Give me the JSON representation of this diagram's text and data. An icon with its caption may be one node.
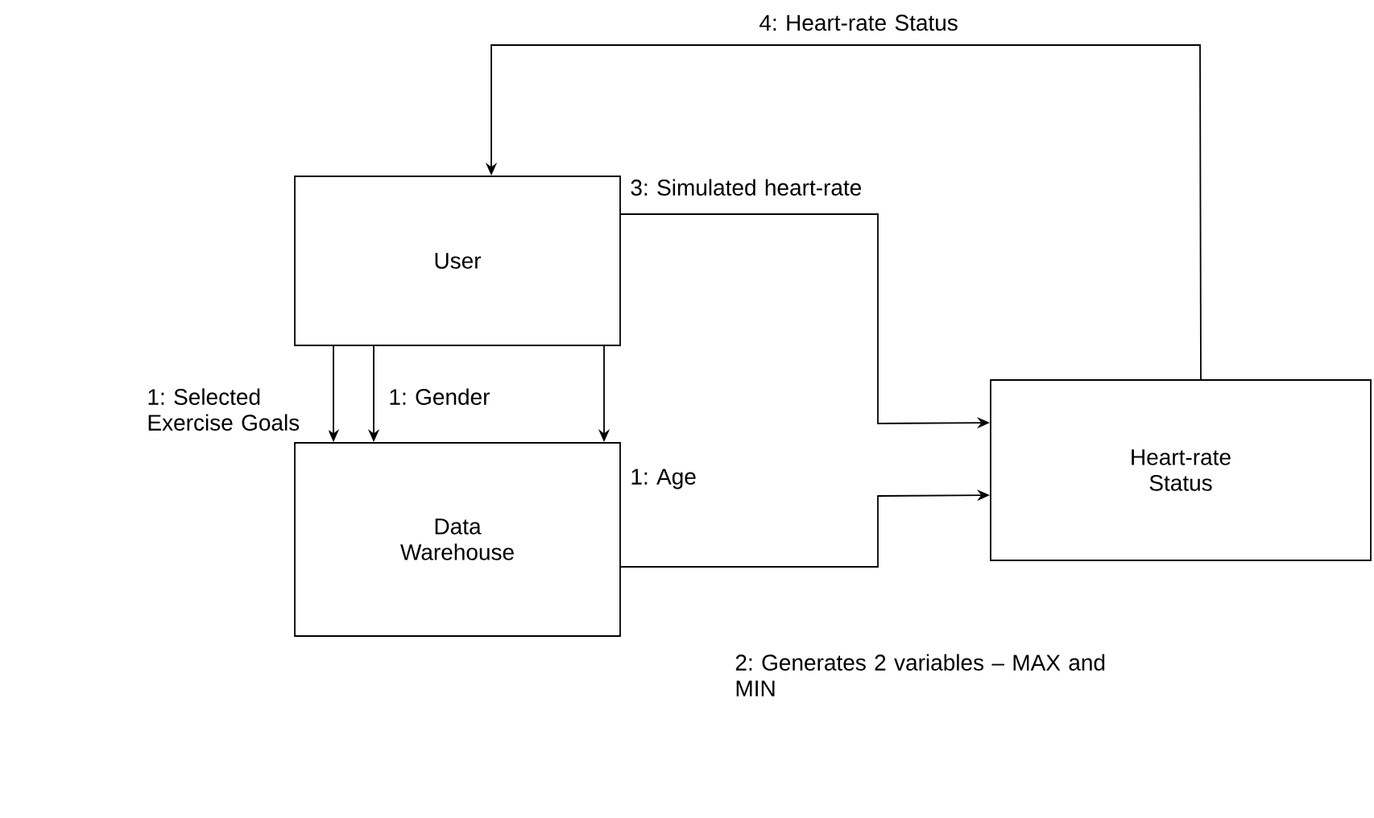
{
  "diagram": {
    "nodes": [
      {
        "text": [
          "User"
        ]
      },
      {
        "text": [
          "Data Warehouse"
        ]
      },
      {
        "text": [
          "Heart-rate Status"
        ]
      }
    ],
    "edges": [
      {
        "from": 0,
        "to": 1,
        "arrow": "to",
        "label": "1: Selected Exercise Goals"
      },
      {
        "from": 0,
        "to": 1,
        "arrow": "to",
        "label": "1: Gender"
      },
      {
        "from": 0,
        "to": 1,
        "arrow": "to",
        "label": "1: Age"
      },
      {
        "from": 0,
        "to": 2,
        "arrow": "to",
        "label": "3: Simulated heart-rate"
      },
      {
        "from": 1,
        "to": 2,
        "arrow": "to",
        "label": "2: Generates 2 variables – MAX and MIN"
      },
      {
        "from": 2,
        "to": 0,
        "arrow": "to",
        "label": "4: Heart-rate Status"
      }
    ]
  }
}
